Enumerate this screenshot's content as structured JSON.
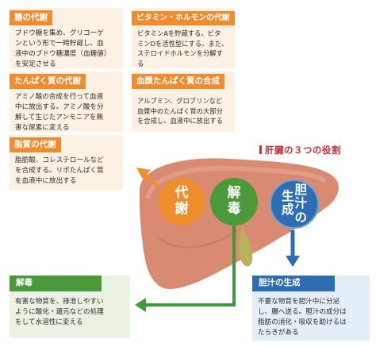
{
  "boxes": {
    "sugar": {
      "heading": "糖の代謝",
      "lines": [
        "ブドウ糖を集め、グリコーゲ",
        "ンという形で一時貯蔵し、血",
        "液中のブドウ糖濃度（血糖値）",
        "を安定させる"
      ]
    },
    "vitamin": {
      "heading": "ビタミン・ホルモンの代謝",
      "lines": [
        "ビタミンAを貯蔵する。ビタ",
        "ミンDを活性型にする。また、",
        "ステロイドホルモンを分解す",
        "る"
      ]
    },
    "protein": {
      "heading": "たんぱく質の代謝",
      "lines": [
        "アミノ酸の合成を行って血液",
        "中に放出する。アミノ酸を分",
        "解して生じたアンモニアを無",
        "害な尿素に変える"
      ]
    },
    "plasma": {
      "heading": "血漿たんぱく質の合成",
      "lines": [
        "アルブミン、グロブリンなど",
        "血漿中のたんぱく質の大部分",
        "を合成し、血液中に放出する"
      ]
    },
    "lipid": {
      "heading": "脂質の代謝",
      "lines": [
        "脂肪酸、コレステロールなど",
        "を合成する。リポたんぱく質",
        "を血液中に放出する"
      ]
    },
    "detox": {
      "heading": "解毒",
      "lines": [
        "有害な物質を、排泄しやすい",
        "ように酸化・還元などの処理",
        "をして水溶性に変える"
      ]
    },
    "bile": {
      "heading": "胆汁の生成",
      "lines": [
        "不要な物質を胆汁中に分泌",
        "し、腸へ送る。胆汁の成分は",
        "脂肪の消化・吸収を助けるは",
        "たらきがある"
      ]
    }
  },
  "diagram_title": "肝臓の３つの役割",
  "circles": {
    "metabolism": [
      "代",
      "謝"
    ],
    "detoxification": [
      "解",
      "毒"
    ],
    "bile_col1": [
      "生",
      "成"
    ],
    "bile_col2": [
      "胆",
      "汁",
      "の"
    ]
  },
  "colors": {
    "orange": "#ee8c2e",
    "green": "#4a9a3b",
    "blue": "#2f6db3",
    "liver": "#d98a72",
    "title_red": "#c8323a"
  }
}
